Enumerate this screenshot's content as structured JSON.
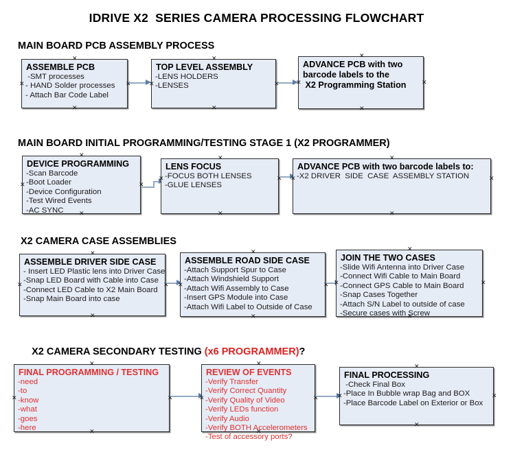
{
  "document": {
    "title": "IDRIVE X2  SERIES CAMERA PROCESSING FLOWCHART",
    "colors": {
      "box_fill": "#e6ecf6",
      "box_border": "#2b2b2b",
      "arrow": "#93a9c4",
      "accent_red": "#e03030",
      "text": "#000000"
    }
  },
  "sections": [
    {
      "id": "pcb",
      "heading": "MAIN BOARD PCB ASSEMBLY PROCESS",
      "heading_red": ""
    },
    {
      "id": "stage1",
      "heading": "MAIN BOARD INITIAL PROGRAMMING/TESTING STAGE 1 (X2 PROGRAMMER)",
      "heading_red": ""
    },
    {
      "id": "cases",
      "heading": "X2 CAMERA CASE ASSEMBLIES",
      "heading_red": ""
    },
    {
      "id": "secondary",
      "heading": "X2 CAMERA SECONDARY TESTING ",
      "heading_red": "(x6 PROGRAMMER)",
      "heading_tail": "?"
    }
  ],
  "boxes": {
    "assemble_pcb": {
      "title": "ASSEMBLE PCB",
      "items": [
        " -SMT processes",
        "- HAND Solder processes",
        "- Attach Bar Code Label"
      ]
    },
    "top_level_assembly": {
      "title": "TOP LEVEL ASSEMBLY",
      "items": [
        "-LENS HOLDERS",
        "-LENSES"
      ]
    },
    "advance_pcb_station": {
      "title": "ADVANCE PCB with two",
      "title_line2": "barcode labels to the",
      "title_line3": " X2 Programming Station",
      "items": []
    },
    "device_programming": {
      "title": "DEVICE PROGRAMMING",
      "items": [
        "-Scan Barcode",
        "-Boot Loader",
        "-Device Configuration",
        "-Test Wired Events",
        "-AC SYNC"
      ]
    },
    "lens_focus": {
      "title": "LENS FOCUS",
      "items": [
        "-FOCUS BOTH LENSES",
        "-GLUE LENSES"
      ]
    },
    "advance_pcb_driver": {
      "title": "ADVANCE PCB with two barcode labels to:",
      "items": [
        "-X2 DRIVER  SIDE  CASE  ASSEMBLY STATION"
      ]
    },
    "assemble_driver_side": {
      "title": "ASSEMBLE DRIVER SIDE CASE",
      "items": [
        "- Insert LED Plastic lens into Driver Case",
        "-Snap LED Board with Cable into Case",
        "-Connect LED Cable to X2 Main Board",
        "-Snap Main Board into case"
      ]
    },
    "assemble_road_side": {
      "title": "ASSEMBLE ROAD SIDE CASE",
      "items": [
        "-Attach Support Spur to Case",
        "-Attach Windshield Support",
        "-Attach Wifi Assembly to Case",
        "-Insert GPS Module into Case",
        "-Attach Wifi Label to Outside of Case"
      ]
    },
    "join_two_cases": {
      "title": "JOIN THE TWO CASES",
      "items": [
        "-Slide Wifi Antenna into Driver Case",
        "-Connect Wifi Cable to Main Board",
        "-Connect GPS Cable to Main Board",
        "-Snap Cases Together",
        "-Attach S/N Label to outside of case",
        "-Secure cases with Screw"
      ]
    },
    "final_programming": {
      "title": "FINAL PROGRAMMING / TESTING",
      "items": [
        "-need",
        "-to",
        "-know",
        "-what",
        "-goes",
        "-here"
      ]
    },
    "review_of_events": {
      "title": "REVIEW OF EVENTS",
      "items": [
        "-Verify Transfer",
        "-Verify Correct Quantity",
        "-Verify Quality of Video",
        "-Verify LEDs function",
        "-Verify Audio",
        "-Verify BOTH Accelerometers",
        "-Test of accessory ports?"
      ]
    },
    "final_processing": {
      "title": "FINAL PROCESSING",
      "items": [
        " -Check Final Box",
        "-Place In Bubble wrap Bag and BOX",
        "-Place Barcode Label on Exterior or Box"
      ]
    }
  }
}
